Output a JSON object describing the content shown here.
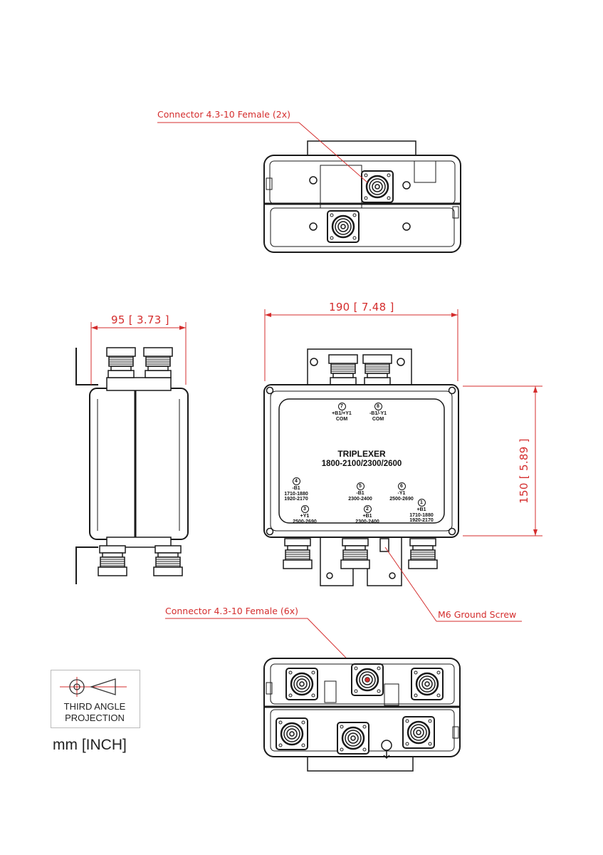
{
  "callouts": {
    "top_connector": "Connector 4.3-10 Female (2x)",
    "bottom_connector": "Connector 4.3-10 Female (6x)",
    "ground_screw": "M6 Ground Screw"
  },
  "dimensions": {
    "depth": "95 [ 3.73 ]",
    "width": "190 [ 7.48 ]",
    "height": "150 [ 5.89 ]"
  },
  "label_plate": {
    "title_line1": "TRIPLEXER",
    "title_line2": "1800-2100/2300/2600",
    "ports": [
      {
        "num": "7",
        "l1": "+B1/+Y1",
        "l2": "COM",
        "l3": ""
      },
      {
        "num": "8",
        "l1": "-B1/-Y1",
        "l2": "COM",
        "l3": ""
      },
      {
        "num": "4",
        "l1": "-B1",
        "l2": "1710-1880",
        "l3": "1920-2170"
      },
      {
        "num": "5",
        "l1": "-B1",
        "l2": "2300-2400",
        "l3": ""
      },
      {
        "num": "6",
        "l1": "-Y1",
        "l2": "2500-2690",
        "l3": ""
      },
      {
        "num": "1",
        "l1": "+B1",
        "l2": "1710-1880",
        "l3": "1920-2170"
      },
      {
        "num": "3",
        "l1": "+Y1",
        "l2": "2500-2690",
        "l3": ""
      },
      {
        "num": "2",
        "l1": "+B1",
        "l2": "2300-2400",
        "l3": ""
      }
    ]
  },
  "projection": {
    "line1": "THIRD ANGLE",
    "line2": "PROJECTION"
  },
  "units": "mm [INCH]",
  "colors": {
    "annotation": "#d42d2d",
    "outline": "#1a1a1a"
  }
}
